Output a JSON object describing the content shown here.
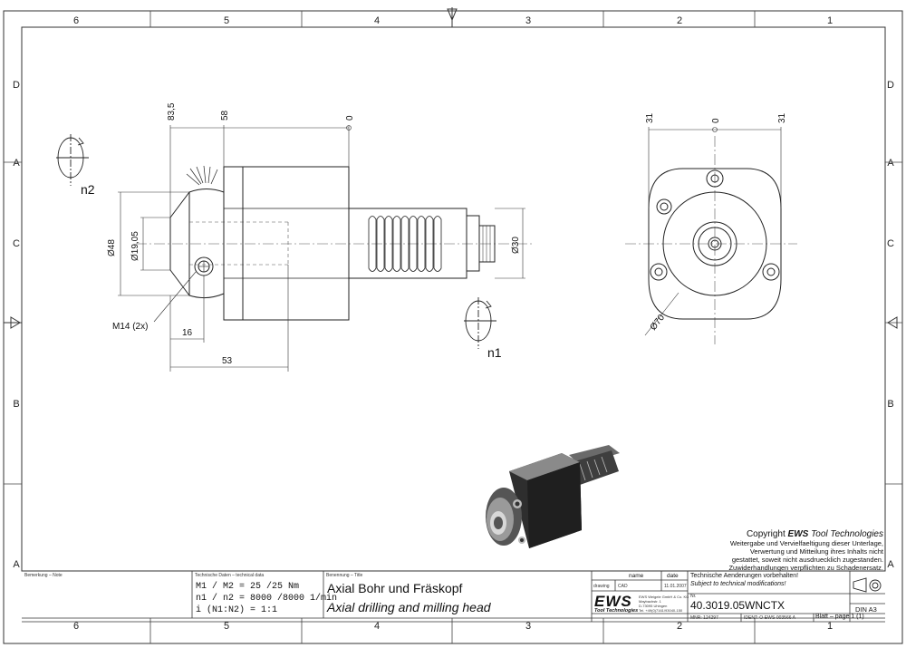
{
  "frame": {
    "columns_top": [
      "6",
      "5",
      "4",
      "3",
      "2",
      "1"
    ],
    "columns_bottom": [
      "6",
      "5",
      "4",
      "3",
      "2",
      "1"
    ],
    "rows": [
      "D",
      "C",
      "B",
      "A"
    ]
  },
  "side_view": {
    "dims": {
      "d1": "83,5",
      "d2": "58",
      "d3": "0",
      "d48": "Ø48",
      "d19": "Ø19,05",
      "d30": "Ø30",
      "d16": "16",
      "d53": "53"
    },
    "thread_label": "M14 (2x)",
    "rotation_n2": "n2",
    "rotation_n1": "n1"
  },
  "front_view": {
    "dims": {
      "left": "31",
      "center": "0",
      "right": "31",
      "d70": "Ø70"
    }
  },
  "copyright": {
    "line1_prefix": "Copyright",
    "line1_brand": "EWS",
    "line1_suffix": "Tool Technologies",
    "lines": [
      "Weitergabe und Vervielfaeltigung dieser Unterlage,",
      "Verwertung und Mitteilung ihres Inhalts nicht",
      "gestattet, soweit nicht ausdruecklich zugestanden.",
      "Zuwiderhandlungen verpflichten zu Schadenersatz."
    ]
  },
  "title_block": {
    "remark_label": "Bemerkung – Note",
    "tech_label": "Technische Daten – technical data",
    "tech_rows": [
      "M1 / M2 = 25 /25 Nm",
      "n1 / n2 = 8000 /8000 1/min",
      "i (N1:N2) = 1:1"
    ],
    "name_label": "Benennung – Title",
    "title_de": "Axial Bohr und Fräskopf",
    "title_en": "Axial drilling and milling head",
    "col_name": "name",
    "col_date": "date",
    "row_drawing": "drawing",
    "row_drawing_name": "CAD",
    "row_drawing_date": "11.01.2007",
    "logo": "EWS",
    "logo_sub": "Tool Technologies",
    "company_lines": [
      "EWS Weigele GmbH & Co. KG",
      "Maybachstr. 1",
      "D-73095 Uhingen",
      "Tel. +49(0)7161/93040-150"
    ],
    "changes_de": "Technische Aenderungen vorbehalten!",
    "changes_en": "Subject to technical modifications!",
    "nr_label": "Nr.",
    "part_number": "40.3019.05WNCTX",
    "mnr": "MNR: 124297",
    "ident": "IDENT: O-EWS-003566 A",
    "sheet": "Blatt – page 1 (1)",
    "format": "DIN A3"
  }
}
